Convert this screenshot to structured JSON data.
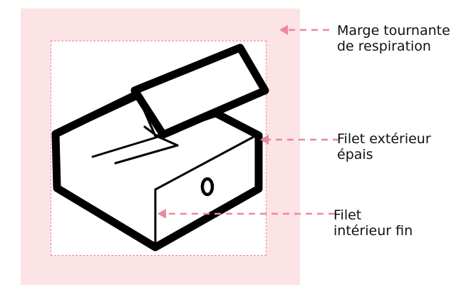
{
  "colors": {
    "margin_fill": "#fbe3e6",
    "accent": "#e98999",
    "stroke": "#000000"
  },
  "icon": "open-box-icon",
  "labels": {
    "margin": [
      "Marge tournante",
      "de respiration"
    ],
    "outer_stroke": [
      "Filet extérieur",
      "épais"
    ],
    "inner_stroke": [
      "Filet",
      "intérieur fin"
    ]
  }
}
